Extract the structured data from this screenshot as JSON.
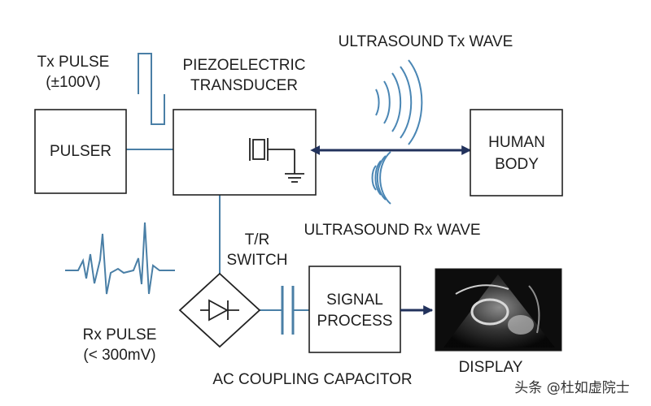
{
  "blocks": {
    "pulser": "PULSER",
    "transducer_line1": "PIEZOELECTRIC",
    "transducer_line2": "TRANSDUCER",
    "body_line1": "HUMAN",
    "body_line2": "BODY",
    "signal_line1": "SIGNAL",
    "signal_line2": "PROCESS",
    "display": "DISPLAY"
  },
  "labels": {
    "tx_pulse_line1": "Tx PULSE",
    "tx_pulse_line2": "(±100V)",
    "rx_pulse_line1": "Rx PULSE",
    "rx_pulse_line2": "(< 300mV)",
    "tx_wave": "ULTRASOUND Tx WAVE",
    "rx_wave": "ULTRASOUND Rx WAVE",
    "tr_line1": "T/R",
    "tr_line2": "SWITCH",
    "coupling": "AC COUPLING CAPACITOR"
  },
  "watermark": "头条 @杜如虚院士",
  "colors": {
    "wire": "#4a7fa6",
    "arrow": "#22325c",
    "box_stroke": "#222222",
    "display_bg": "#0d0d0d"
  }
}
